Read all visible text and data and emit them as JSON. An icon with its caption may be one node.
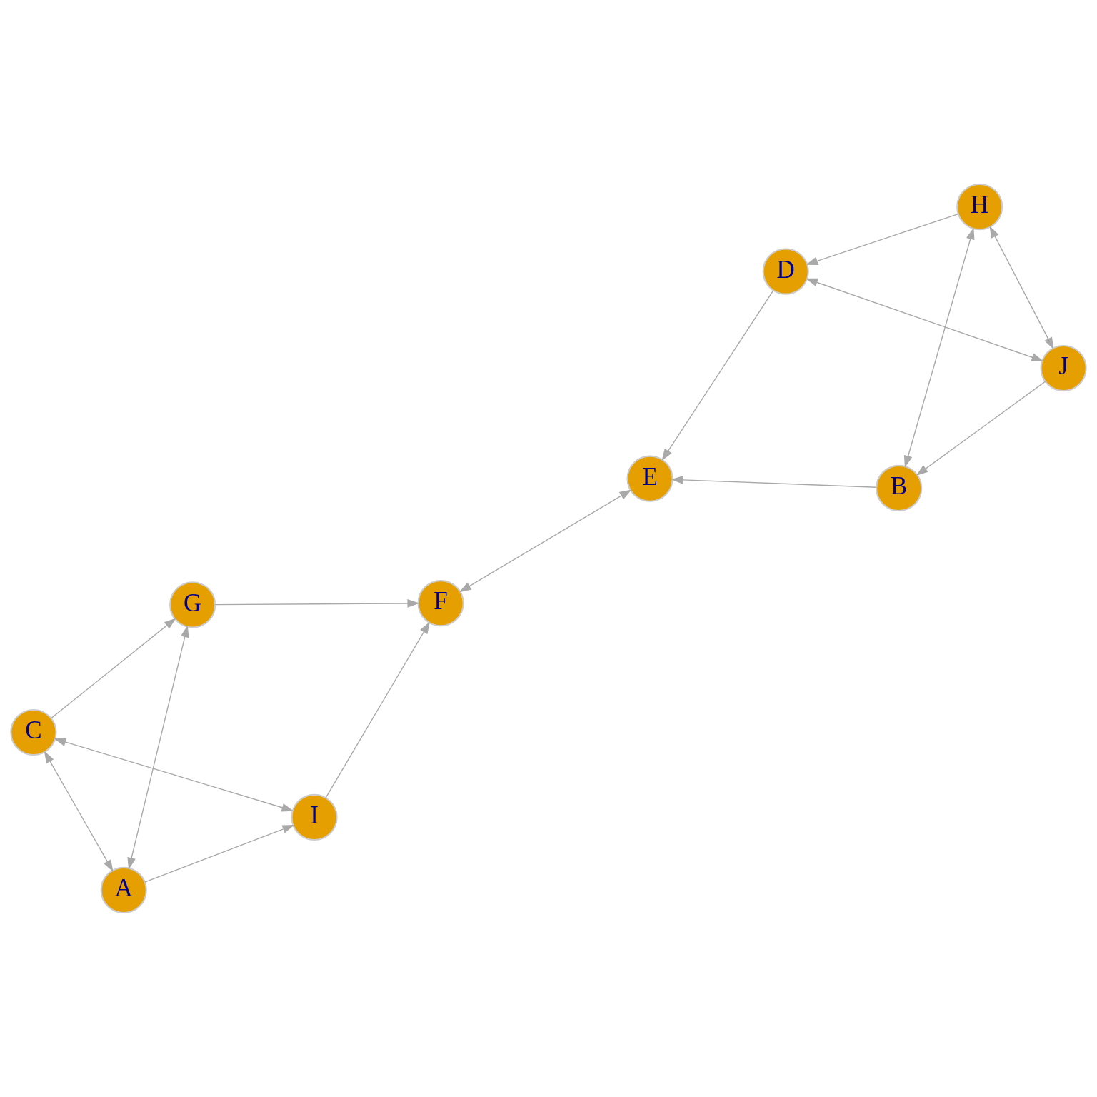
{
  "diagram": {
    "nodes": [
      {
        "text": [
          "D"
        ]
      },
      {
        "text": [
          "G"
        ]
      },
      {
        "text": [
          "J"
        ]
      },
      {
        "text": [
          "A"
        ]
      },
      {
        "text": [
          "E"
        ]
      },
      {
        "text": [
          "F"
        ]
      },
      {
        "text": [
          "H"
        ]
      },
      {
        "text": [
          "C"
        ]
      },
      {
        "text": [
          "B"
        ]
      },
      {
        "text": [
          "I"
        ]
      }
    ],
    "edges": [
      {
        "from": 2,
        "to": 0,
        "arrow": "both"
      },
      {
        "from": 2,
        "to": 6,
        "arrow": "both"
      },
      {
        "from": 2,
        "to": 8,
        "arrow": "to"
      },
      {
        "from": 6,
        "to": 0,
        "arrow": "to"
      },
      {
        "from": 0,
        "to": 4,
        "arrow": "to"
      },
      {
        "from": 8,
        "to": 4,
        "arrow": "to"
      },
      {
        "from": 6,
        "to": 8,
        "arrow": "both"
      },
      {
        "from": 4,
        "to": 5,
        "arrow": "both"
      },
      {
        "from": 1,
        "to": 5,
        "arrow": "to"
      },
      {
        "from": 9,
        "to": 5,
        "arrow": "to"
      },
      {
        "from": 1,
        "to": 3,
        "arrow": "both"
      },
      {
        "from": 7,
        "to": 1,
        "arrow": "to"
      },
      {
        "from": 3,
        "to": 9,
        "arrow": "to"
      },
      {
        "from": 3,
        "to": 7,
        "arrow": "both"
      },
      {
        "from": 9,
        "to": 7,
        "arrow": "both"
      }
    ]
  }
}
